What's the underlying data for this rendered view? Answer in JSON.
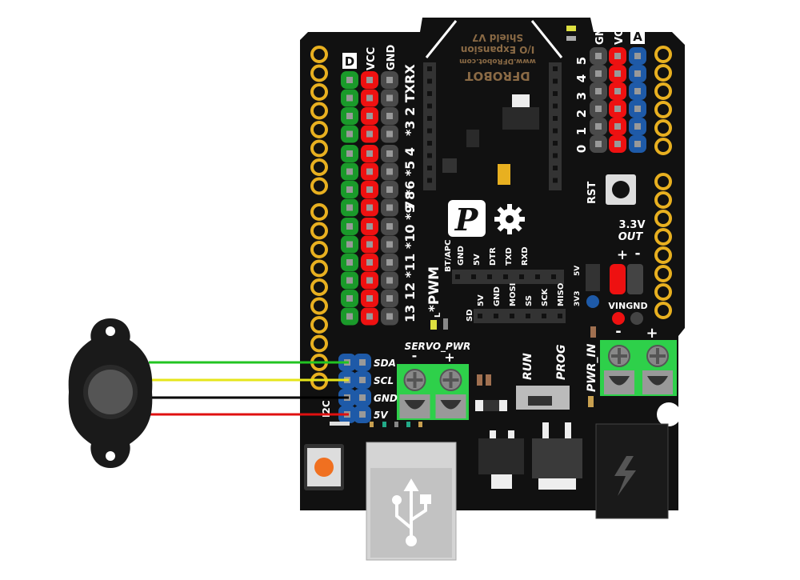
{
  "board": {
    "brand": "DFROBOT",
    "url": "www.DFRobot.com",
    "name_line1": "I/O Expansion",
    "name_line2": "Shield V7",
    "digital_header": {
      "letter": "D",
      "vcc": "VCC",
      "gnd": "GND",
      "labels": [
        "13 12 *11 *10 *9 8",
        "7 *6 *5 4",
        "*3 2 TXRX"
      ]
    },
    "analog_header": {
      "letter": "A",
      "vcc": "VCC",
      "gnd": "GND",
      "labels": [
        "5",
        "4",
        "3",
        "2",
        "1",
        "0"
      ]
    },
    "pwm_label": "*PWM",
    "led_label": "L",
    "bt_label": "BT/APC",
    "bt_pins": [
      "GND",
      "5V",
      "DTR",
      "TXD",
      "RXD"
    ],
    "sd_label": "SD",
    "sd_pins": [
      "5V",
      "GND",
      "MOSI",
      "SS",
      "SCK",
      "MISO"
    ],
    "jumper_labels": [
      "3V3",
      "5V"
    ],
    "rst_label": "RST",
    "out_label_1": "3.3V",
    "out_label_2": "OUT",
    "out_plus": "+",
    "out_minus": "-",
    "vin_gnd_label": "VINGND",
    "servo_pwr_label": "SERVO_PWR",
    "servo_minus": "-",
    "servo_plus": "+",
    "run_label": "RUN",
    "prog_label": "PROG",
    "pwr_in_label": "PWR_IN",
    "pwr_minus": "-",
    "pwr_plus": "+",
    "i2c_label": "I2C",
    "i2c_pins": [
      "SDA",
      "SCL",
      "GND",
      "5V"
    ]
  },
  "wires": [
    {
      "pin": "SDA",
      "color": "#22c422"
    },
    {
      "pin": "SCL",
      "color": "#e6e61a"
    },
    {
      "pin": "GND",
      "color": "#000000"
    },
    {
      "pin": "5V",
      "color": "#e01010"
    }
  ],
  "colors": {
    "board": "#111111",
    "signal_green": "#1a9a2a",
    "vcc_red": "#ee1111",
    "gnd_grey": "#4a4a4a",
    "analog_blue": "#1e5aa8",
    "terminal_green": "#2ed04a",
    "gold": "#e8b020"
  }
}
